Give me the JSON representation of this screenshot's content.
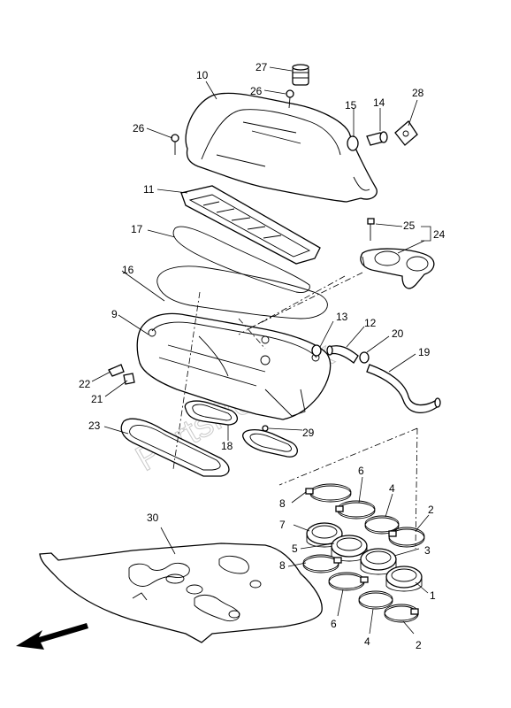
{
  "watermark": "PartsRepublik",
  "callouts": {
    "c1": "1",
    "c2a": "2",
    "c2b": "2",
    "c3": "3",
    "c4a": "4",
    "c4b": "4",
    "c5": "5",
    "c6a": "6",
    "c6b": "6",
    "c7": "7",
    "c8a": "8",
    "c8b": "8",
    "c9": "9",
    "c10": "10",
    "c11": "11",
    "c12": "12",
    "c13": "13",
    "c14": "14",
    "c15": "15",
    "c16": "16",
    "c17": "17",
    "c18": "18",
    "c19": "19",
    "c20": "20",
    "c21": "21",
    "c22": "22",
    "c23": "23",
    "c24": "24",
    "c25": "25",
    "c26a": "26",
    "c26b": "26",
    "c27": "27",
    "c28": "28",
    "c29": "29",
    "c30": "30"
  },
  "icons": {
    "front_arrow": "arrow-left-down-icon"
  }
}
